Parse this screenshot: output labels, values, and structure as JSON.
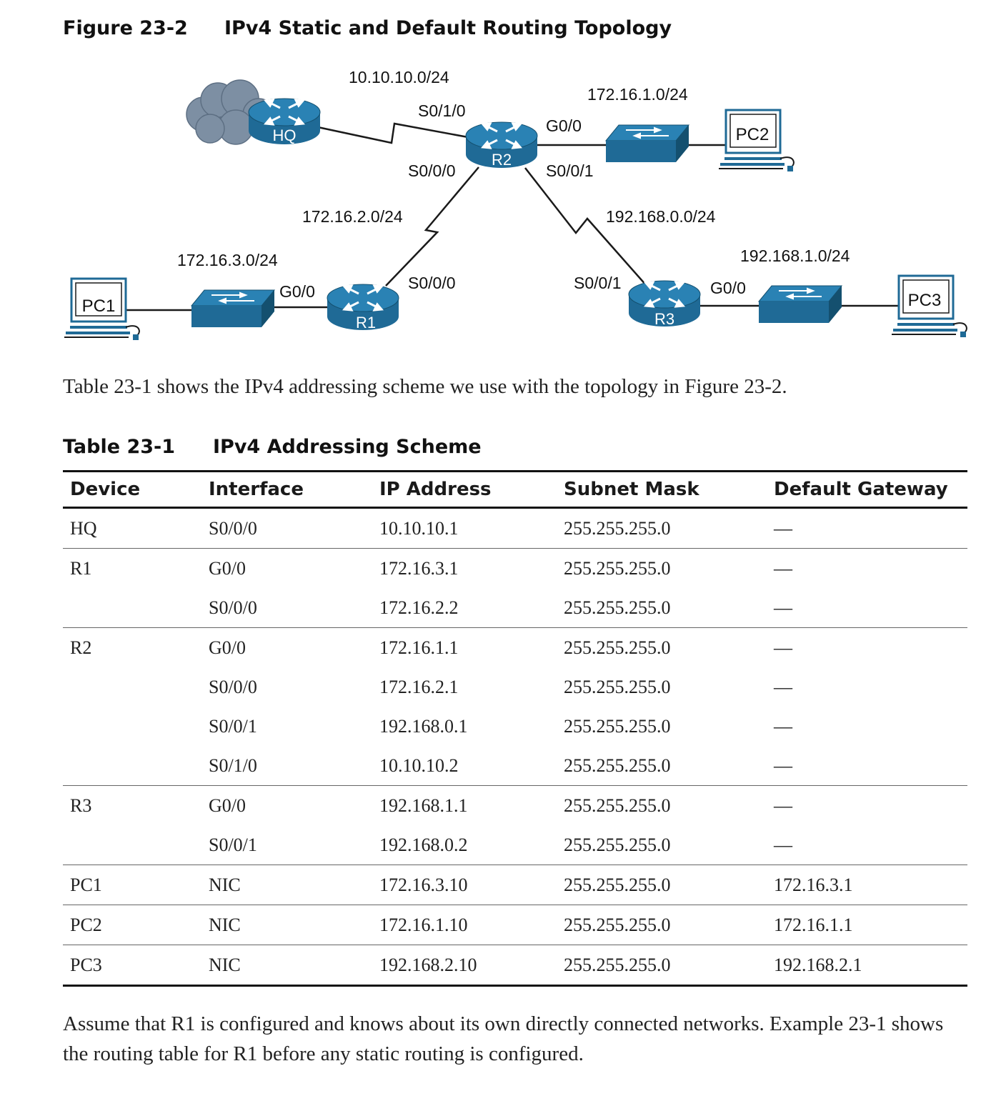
{
  "figure": {
    "number": "Figure 23-2",
    "title": "IPv4 Static and Default Routing Topology",
    "devices": {
      "hq": "HQ",
      "r1": "R1",
      "r2": "R2",
      "r3": "R3",
      "pc1": "PC1",
      "pc2": "PC2",
      "pc3": "PC3"
    },
    "networks": {
      "hq_r2": "10.10.10.0/24",
      "r2_lan": "172.16.1.0/24",
      "r1_r2": "172.16.2.0/24",
      "r1_lan": "172.16.3.0/24",
      "r2_r3": "192.168.0.0/24",
      "r3_lan": "192.168.1.0/24"
    },
    "interfaces": {
      "r2_s010": "S0/1/0",
      "r2_g00": "G0/0",
      "r2_s000": "S0/0/0",
      "r2_s001": "S0/0/1",
      "r1_g00": "G0/0",
      "r1_s000": "S0/0/0",
      "r3_s001": "S0/0/1",
      "r3_g00": "G0/0"
    },
    "colors": {
      "device_blue": "#1f6a96",
      "device_dark": "#14506f",
      "cloud": "#7d8fa3",
      "line": "#1a1a1a"
    }
  },
  "intro_text": "Table 23-1 shows the IPv4 addressing scheme we use with the topology in Figure 23-2.",
  "table": {
    "number": "Table 23-1",
    "title": "IPv4 Addressing Scheme",
    "headers": [
      "Device",
      "Interface",
      "IP Address",
      "Subnet Mask",
      "Default Gateway"
    ],
    "rows": [
      {
        "device": "HQ",
        "interface": "S0/0/0",
        "ip": "10.10.10.1",
        "mask": "255.255.255.0",
        "gateway": "—"
      },
      {
        "device": "R1",
        "interface": "G0/0",
        "ip": "172.16.3.1",
        "mask": "255.255.255.0",
        "gateway": "—"
      },
      {
        "device": "",
        "interface": "S0/0/0",
        "ip": "172.16.2.2",
        "mask": "255.255.255.0",
        "gateway": "—"
      },
      {
        "device": "R2",
        "interface": "G0/0",
        "ip": "172.16.1.1",
        "mask": "255.255.255.0",
        "gateway": "—"
      },
      {
        "device": "",
        "interface": "S0/0/0",
        "ip": "172.16.2.1",
        "mask": "255.255.255.0",
        "gateway": "—"
      },
      {
        "device": "",
        "interface": "S0/0/1",
        "ip": "192.168.0.1",
        "mask": "255.255.255.0",
        "gateway": "—"
      },
      {
        "device": "",
        "interface": "S0/1/0",
        "ip": "10.10.10.2",
        "mask": "255.255.255.0",
        "gateway": "—"
      },
      {
        "device": "R3",
        "interface": "G0/0",
        "ip": "192.168.1.1",
        "mask": "255.255.255.0",
        "gateway": "—"
      },
      {
        "device": "",
        "interface": "S0/0/1",
        "ip": "192.168.0.2",
        "mask": "255.255.255.0",
        "gateway": "—"
      },
      {
        "device": "PC1",
        "interface": "NIC",
        "ip": "172.16.3.10",
        "mask": "255.255.255.0",
        "gateway": "172.16.3.1"
      },
      {
        "device": "PC2",
        "interface": "NIC",
        "ip": "172.16.1.10",
        "mask": "255.255.255.0",
        "gateway": "172.16.1.1"
      },
      {
        "device": "PC3",
        "interface": "NIC",
        "ip": "192.168.2.10",
        "mask": "255.255.255.0",
        "gateway": "192.168.2.1"
      }
    ]
  },
  "outro_text": "Assume that R1 is configured and knows about its own directly connected networks. Example 23-1 shows the routing table for R1 before any static routing is configured."
}
